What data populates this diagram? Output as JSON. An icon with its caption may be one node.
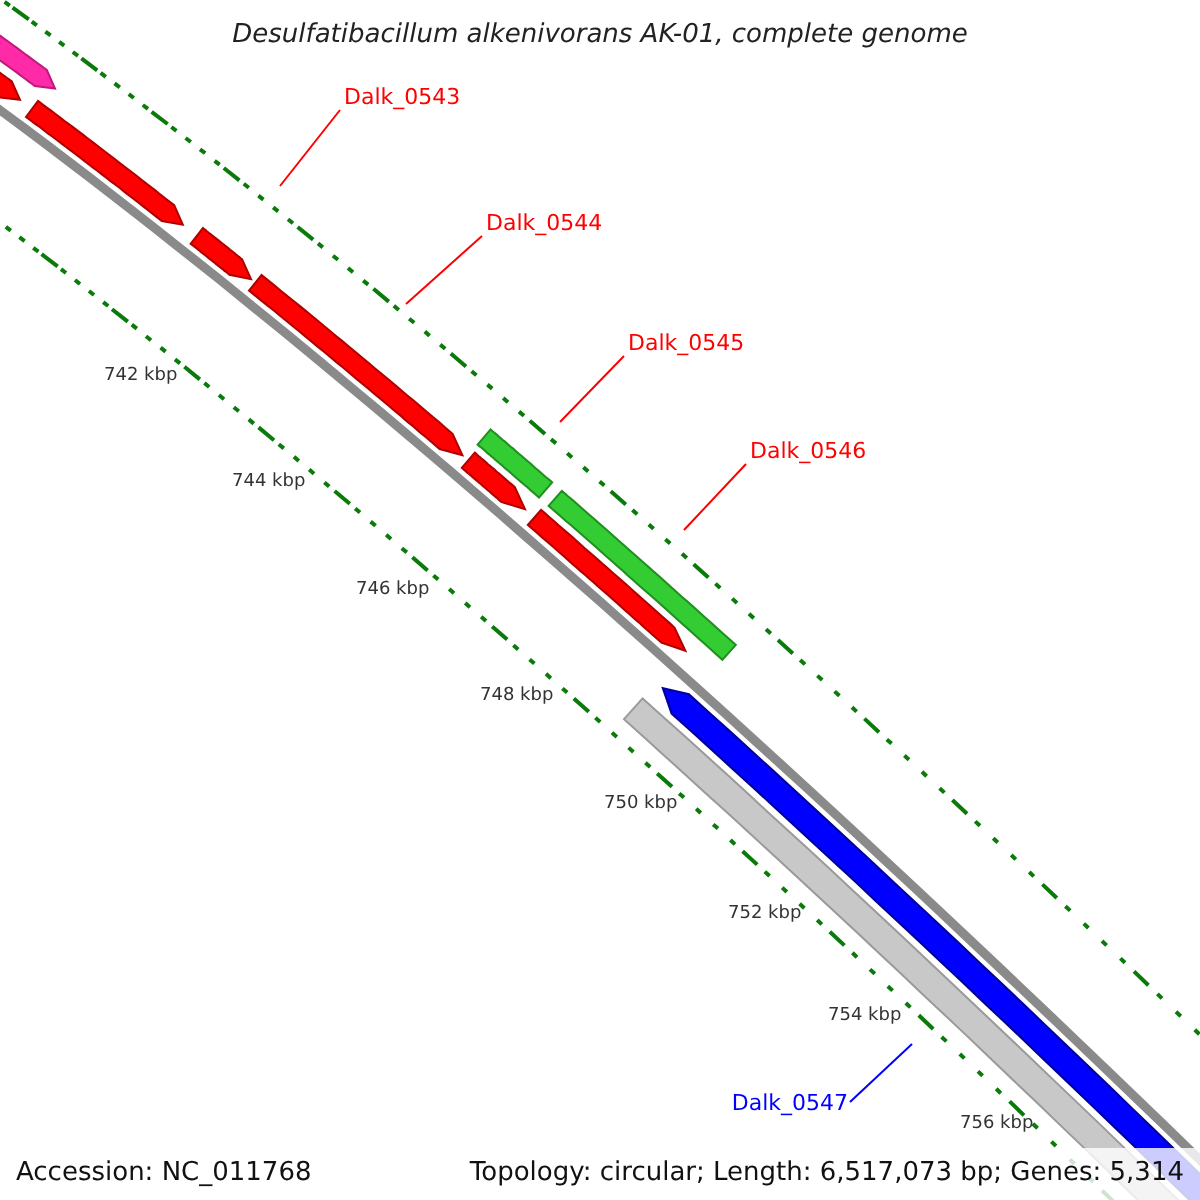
{
  "diagram": {
    "title": "Desulfatibacillum alkenivorans AK-01, complete genome",
    "nodes": [
      {
        "text": [
          "Dalk_0543"
        ]
      },
      {
        "text": [
          "Dalk_0544"
        ]
      },
      {
        "text": [
          "Dalk_0545"
        ]
      },
      {
        "text": [
          "Dalk_0546"
        ]
      },
      {
        "text": [
          "Dalk_0547"
        ]
      }
    ],
    "edges": [
      {
        "from": 0,
        "to": null,
        "arrow": "none"
      },
      {
        "from": 1,
        "to": null,
        "arrow": "none"
      },
      {
        "from": 2,
        "to": null,
        "arrow": "none"
      },
      {
        "from": 3,
        "to": null,
        "arrow": "none"
      },
      {
        "from": 4,
        "to": null,
        "arrow": "none",
        "color": "#0000ff"
      }
    ],
    "labels": [
      "742 kbp",
      "744 kbp",
      "746 kbp",
      "748 kbp",
      "750 kbp",
      "752 kbp",
      "754 kbp",
      "756 kbp",
      "Accession: NC_011768",
      "Topology: circular; Length: 6,517,073 bp; Genes: 5,314"
    ]
  }
}
